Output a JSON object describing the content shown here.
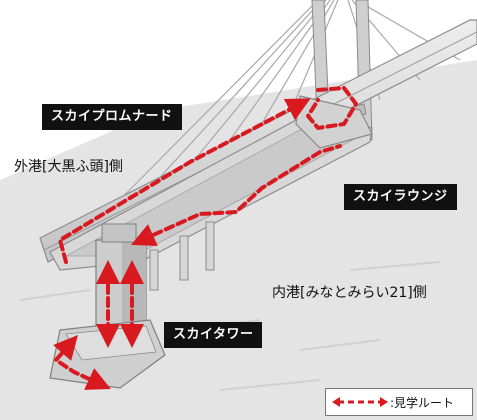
{
  "labels": {
    "promenade": "スカイプロムナード",
    "outer_harbor": "外港[大黒ふ頭]側",
    "lounge": "スカイラウンジ",
    "inner_harbor": "内港[みなとみらい21]側",
    "tower": "スカイタワー"
  },
  "legend": {
    "text": ":見学ルート"
  },
  "colors": {
    "route": "#d8191f",
    "label_bg": "#111111",
    "label_text": "#ffffff",
    "water": "#e3e3e3",
    "structure": "#bdbdbd"
  }
}
